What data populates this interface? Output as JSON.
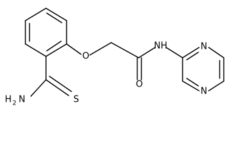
{
  "structure": {
    "type": "skeletal-formula",
    "labels": {
      "oxygen_ether": "O",
      "oxygen_carbonyl": "O",
      "nitrogen_amide": "NH",
      "nitrogen_ring_1": "N",
      "nitrogen_ring_2": "N",
      "sulfur": "S",
      "amine_h": "H",
      "amine_sub": "2",
      "amine_n": "N"
    }
  }
}
